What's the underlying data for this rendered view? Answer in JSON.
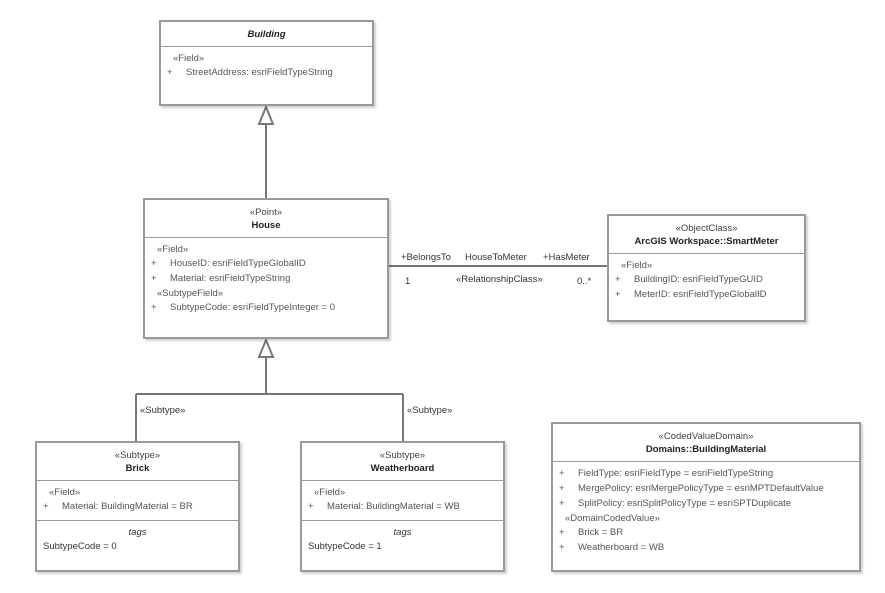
{
  "building": {
    "name": "Building",
    "field_group": "«Field»",
    "attributes": [
      {
        "vis": "+",
        "text": "StreetAddress: esriFieldTypeString"
      }
    ]
  },
  "house": {
    "stereotype": "«Point»",
    "name": "House",
    "field_group": "«Field»",
    "attributes": [
      {
        "vis": "+",
        "text": "HouseID: esriFieldTypeGlobalID"
      },
      {
        "vis": "+",
        "text": "Material: esriFieldTypeString"
      }
    ],
    "subtype_group": "«SubtypeField»",
    "subtype_attributes": [
      {
        "vis": "+",
        "text": "SubtypeCode: esriFieldTypeInteger = 0"
      }
    ]
  },
  "smart_meter": {
    "stereotype": "«ObjectClass»",
    "name": "ArcGIS Workspace::SmartMeter",
    "field_group": "«Field»",
    "attributes": [
      {
        "vis": "+",
        "text": "BuildingID: esriFieldTypeGUID"
      },
      {
        "vis": "+",
        "text": "MeterID: esriFieldTypeGlobalID"
      }
    ]
  },
  "brick": {
    "stereotype": "«Subtype»",
    "name": "Brick",
    "field_group": "«Field»",
    "attributes": [
      {
        "vis": "+",
        "text": "Material: BuildingMaterial = BR"
      }
    ],
    "tags_label": "tags",
    "tag_value": "SubtypeCode = 0"
  },
  "weatherboard": {
    "stereotype": "«Subtype»",
    "name": "Weatherboard",
    "field_group": "«Field»",
    "attributes": [
      {
        "vis": "+",
        "text": "Material: BuildingMaterial = WB"
      }
    ],
    "tags_label": "tags",
    "tag_value": "SubtypeCode = 1"
  },
  "building_material": {
    "stereotype": "«CodedValueDomain»",
    "name": "Domains::BuildingMaterial",
    "attributes": [
      {
        "vis": "+",
        "text": "FieldType: esriFieldType = esriFieldTypeString"
      },
      {
        "vis": "+",
        "text": "MergePolicy: esriMergePolicyType = esriMPTDefaultValue"
      },
      {
        "vis": "+",
        "text": "SplitPolicy: esriSplitPolicyType = esriSPTDuplicate"
      }
    ],
    "coded_group": "«DomainCodedValue»",
    "coded_values": [
      {
        "vis": "+",
        "text": "Brick = BR"
      },
      {
        "vis": "+",
        "text": "Weatherboard = WB"
      }
    ]
  },
  "relationship": {
    "source_role": "+BelongsTo",
    "name": "HouseToMeter",
    "target_role": "+HasMeter",
    "source_multiplicity": "1",
    "stereotype": "«RelationshipClass»",
    "target_multiplicity": "0..*"
  },
  "brick_link_label": "«Subtype»",
  "weatherboard_link_label": "«Subtype»",
  "colors": {
    "border": "#9a9a9a",
    "line": "#777777",
    "text": "#333333"
  }
}
